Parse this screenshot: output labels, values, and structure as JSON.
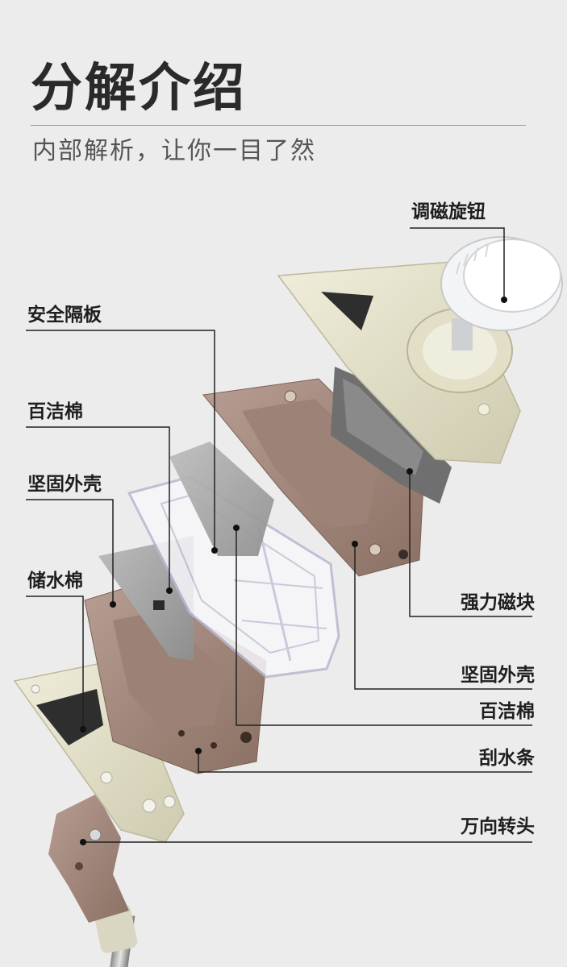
{
  "header": {
    "title": "分解介绍",
    "subtitle": "内部解析，让你一目了然"
  },
  "labels": {
    "left": [
      "安全隔板",
      "百洁棉",
      "坚固外壳",
      "储水棉"
    ],
    "right": [
      "调磁旋钮",
      "强力磁块",
      "坚固外壳",
      "百洁棉",
      "刮水条",
      "万向转头"
    ]
  },
  "colors": {
    "background": "#ececec",
    "cream": "#e6e3cc",
    "brown": "#a1887c",
    "gray_panel": "#a9a9a9",
    "leader_line": "#222222"
  }
}
